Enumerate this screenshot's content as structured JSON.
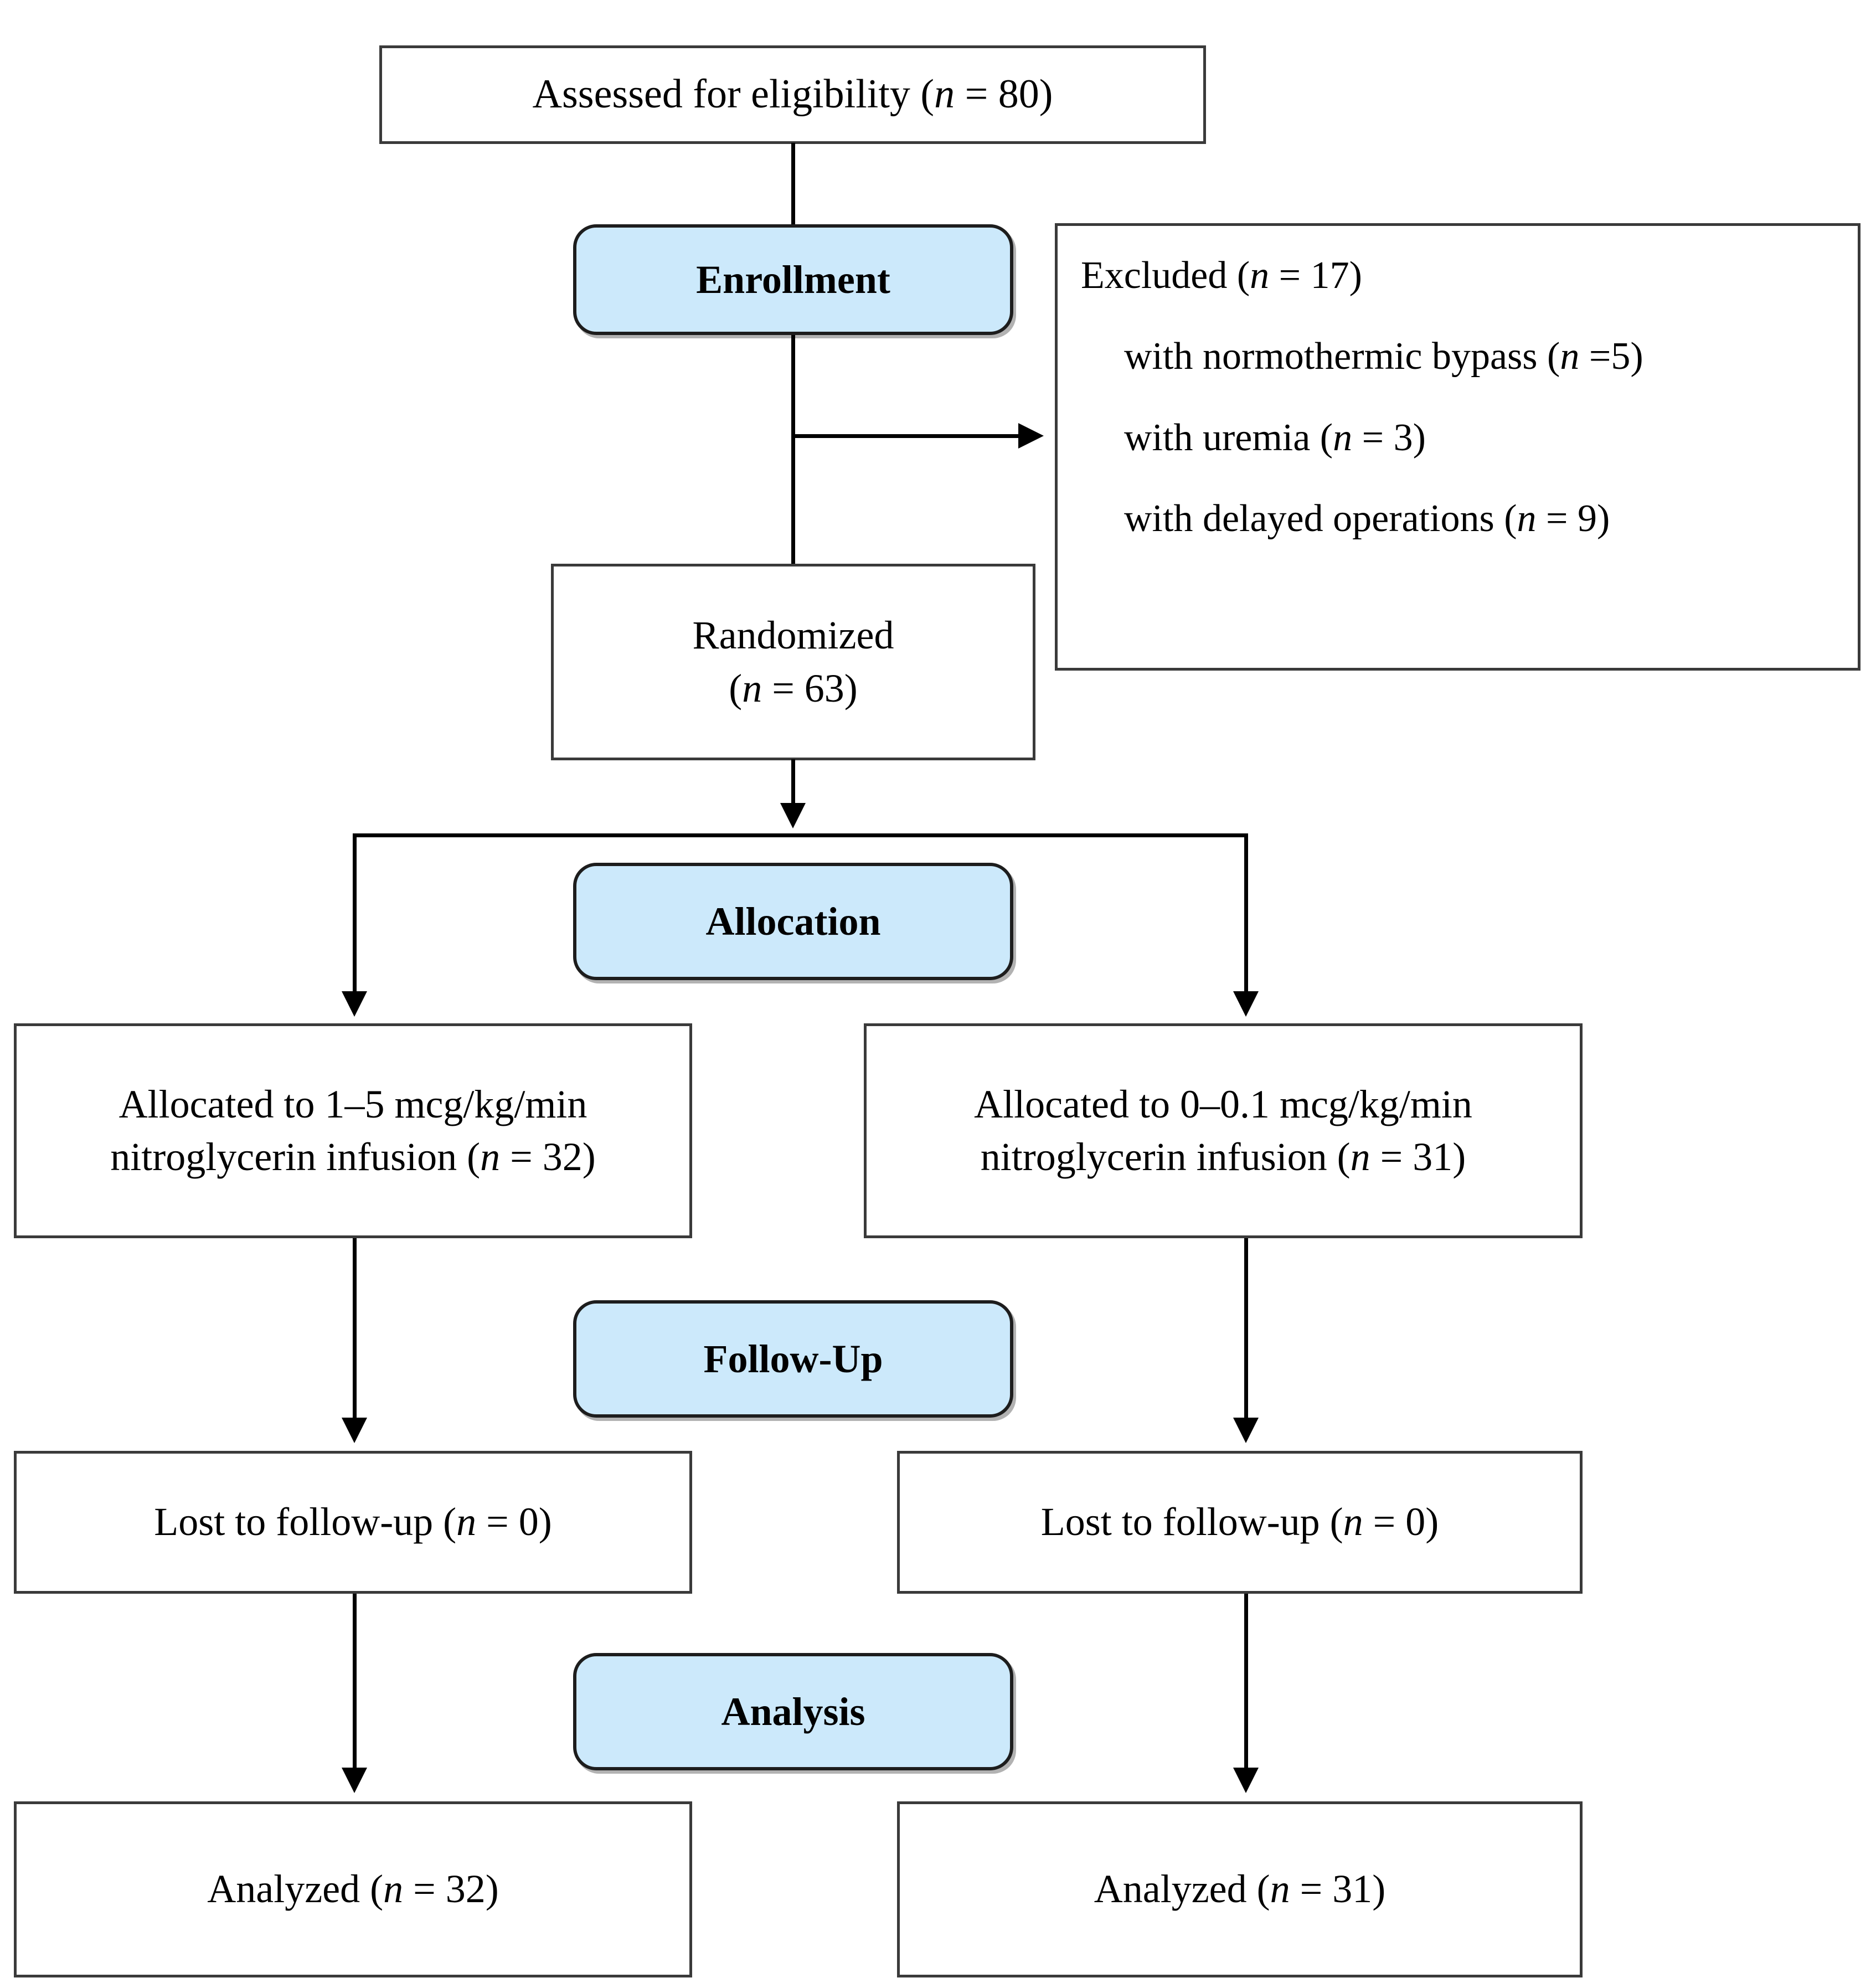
{
  "figure": {
    "type": "consort-flow-diagram",
    "accent_blue": "#cce9fb",
    "line_color": "#000000",
    "border_color": "#3a3a3a"
  },
  "nodes": {
    "assessed": {
      "label": "Assessed for eligibility (n = 80)",
      "count": 80
    },
    "randomized": {
      "line1": "Randomized",
      "line2": "(n = 63)",
      "count": 63
    },
    "excluded": {
      "heading": "Excluded (n = 17)",
      "count": 17,
      "reasons": [
        "with normothermic bypass (n =5)",
        "with uremia (n = 3)",
        "with delayed operations (n = 9)"
      ]
    },
    "alloc_left": {
      "line1": "Allocated to 1–5 mcg/kg/min",
      "line2": "nitroglycerin infusion (n = 32)",
      "count": 32
    },
    "alloc_right": {
      "line1": "Allocated to 0–0.1 mcg/kg/min",
      "line2": "nitroglycerin infusion (n = 31)",
      "count": 31
    },
    "lost_left": {
      "label": "Lost to follow-up (n = 0)",
      "count": 0
    },
    "lost_right": {
      "label": "Lost to follow-up (n = 0)",
      "count": 0
    },
    "analyzed_left": {
      "label": "Analyzed (n = 32)",
      "count": 32
    },
    "analyzed_right": {
      "label": "Analyzed (n = 31)",
      "count": 31
    }
  },
  "stages": {
    "enrollment": "Enrollment",
    "allocation": "Allocation",
    "followup": "Follow-Up",
    "analysis": "Analysis"
  }
}
